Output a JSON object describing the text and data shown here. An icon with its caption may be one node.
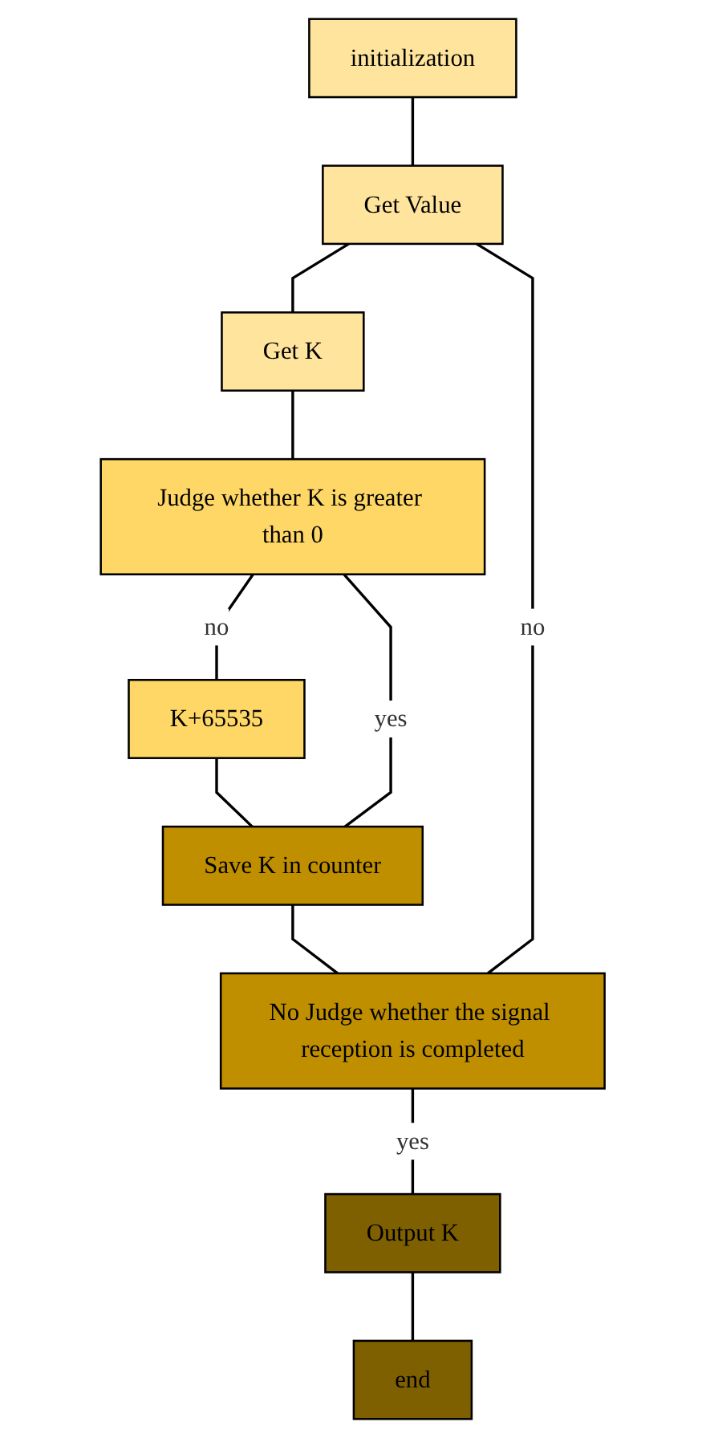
{
  "diagram": {
    "nodes": [
      {
        "text": [
          "initialization"
        ]
      },
      {
        "text": [
          "Get Value"
        ]
      },
      {
        "text": [
          "Get K"
        ]
      },
      {
        "text": [
          "Judge whether K is greater than 0"
        ]
      },
      {
        "text": [
          "K+65535"
        ]
      },
      {
        "text": [
          "Save K in counter"
        ]
      },
      {
        "text": [
          "No Judge whether the signal reception is completed"
        ]
      },
      {
        "text": [
          "Output K"
        ]
      },
      {
        "text": [
          "end"
        ]
      }
    ],
    "edges": [
      {
        "from": 0,
        "to": 1,
        "arrow": "none"
      },
      {
        "from": 1,
        "to": 2,
        "arrow": "none"
      },
      {
        "from": 2,
        "to": 3,
        "arrow": "none"
      },
      {
        "from": 3,
        "to": 4,
        "label": "no",
        "arrow": "none"
      },
      {
        "from": 4,
        "to": 5,
        "arrow": "none"
      },
      {
        "from": 3,
        "to": 5,
        "label": "yes",
        "arrow": "none"
      },
      {
        "from": 5,
        "to": 6,
        "arrow": "none"
      },
      {
        "from": 6,
        "to": 7,
        "label": "yes",
        "arrow": "none"
      },
      {
        "from": 7,
        "to": 8,
        "arrow": "none"
      },
      {
        "from": 6,
        "to": 1,
        "label": "no",
        "arrow": "none"
      }
    ]
  }
}
